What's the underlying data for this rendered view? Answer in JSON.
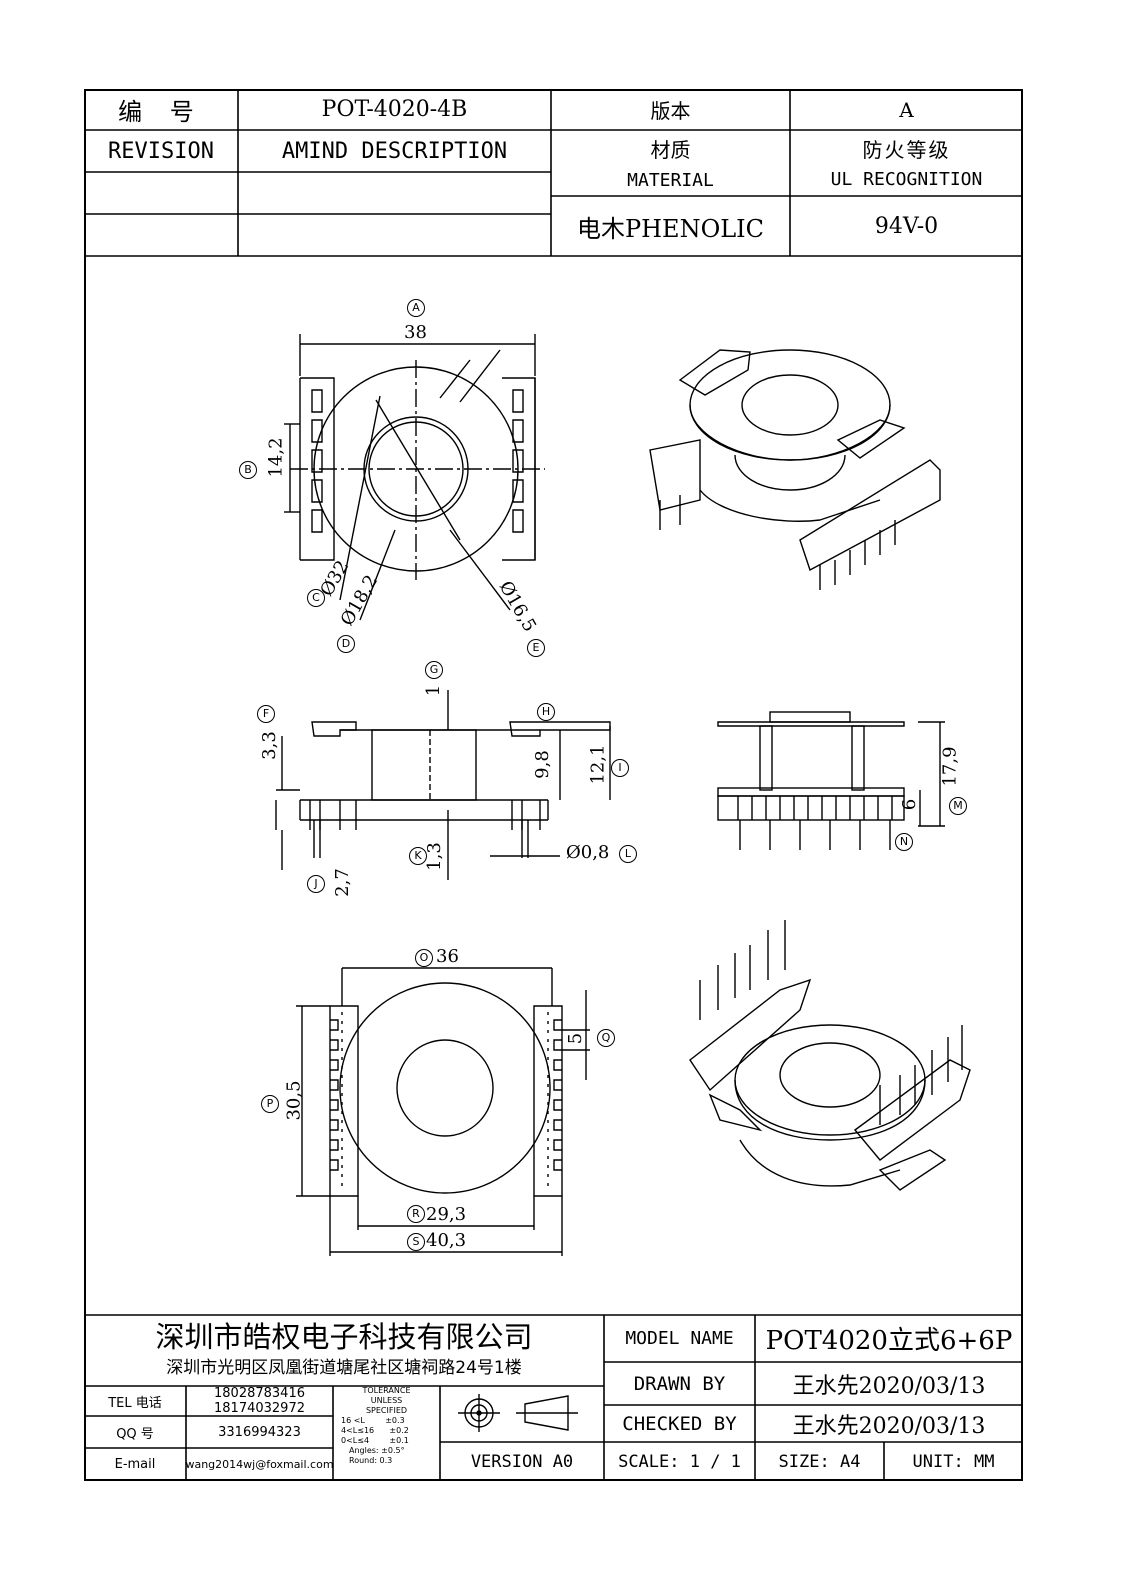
{
  "header": {
    "number_label": "编  号",
    "part_number": "POT-4020-4B",
    "version_label": "版本",
    "version_value": "A",
    "revision_label": "REVISION",
    "amend_label": "AMIND DESCRIPTION",
    "material_label_cn": "材质",
    "material_label_en": "MATERIAL",
    "fire_label_cn": "防火等级",
    "fire_label_en": "UL RECOGNITION",
    "material_value": "电木PHENOLIC",
    "fire_value": "94V-0"
  },
  "dimensions": {
    "A": "38",
    "B": "14,2",
    "C": "Ø32",
    "D": "Ø18,2",
    "E": "Ø16,5",
    "F": "3,3",
    "G": "1",
    "H": "9,8",
    "I": "12,1",
    "J": "2,7",
    "K": "1,3",
    "L": "Ø0,8",
    "M": "17,9",
    "N": "6",
    "O": "36",
    "P": "30,5",
    "Q": "5",
    "R": "29,3",
    "S": "40,3"
  },
  "callouts": [
    "A",
    "B",
    "C",
    "D",
    "E",
    "F",
    "G",
    "H",
    "I",
    "J",
    "K",
    "L",
    "M",
    "N",
    "O",
    "P",
    "Q",
    "R",
    "S"
  ],
  "footer": {
    "company": "深圳市皓权电子科技有限公司",
    "address": "深圳市光明区凤凰街道塘尾社区塘祠路24号1楼",
    "tel_label": "TEL 电话",
    "tel_1": "18028783416",
    "tel_2": "18174032972",
    "qq_label": "QQ  号",
    "qq_value": "3316994323",
    "email_label": "E-mail",
    "email_value": "wang2014wj@foxmail.com",
    "tolerance_title_1": "TOLERANCE",
    "tolerance_title_2": "UNLESS",
    "tolerance_title_3": "SPECIFIED",
    "tol_1": "16 <L        ±0.3",
    "tol_2": "4<L≤16      ±0.2",
    "tol_3": "0<L≤4        ±0.1",
    "tol_4": "Angles: ±0.5°",
    "tol_5": "Round: 0.3",
    "version": "VERSION A0",
    "model_label": "MODEL NAME",
    "model_value": "POT4020立式6+6P",
    "drawn_label": "DRAWN BY",
    "drawn_value": "王水先2020/03/13",
    "checked_label": "CHECKED BY",
    "checked_value": "王水先2020/03/13",
    "scale_label": "SCALE:  1 / 1",
    "size_label": "SIZE:  A4",
    "unit_label": "UNIT:  MM"
  }
}
